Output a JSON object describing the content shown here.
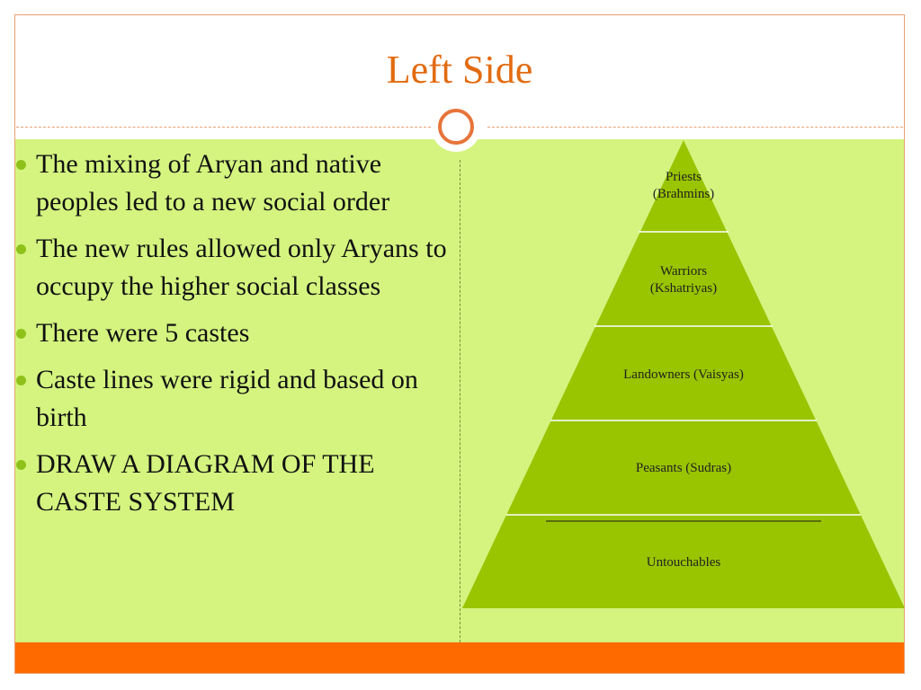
{
  "slide": {
    "title": "Left Side",
    "colors": {
      "title": "#e26b10",
      "content_background": "#d4f47f",
      "footer": "#ff6a00",
      "bullet": "#8ec21b",
      "pyramid_fill": "#99c400"
    }
  },
  "bullets": [
    "The mixing of Aryan and native peoples led to a new social order",
    "The new rules allowed only Aryans to occupy the higher social classes",
    "There were 5 castes",
    "Caste lines were rigid and based on birth",
    "DRAW A DIAGRAM OF THE CASTE SYSTEM"
  ],
  "pyramid": {
    "levels": [
      {
        "lines": [
          "Priests",
          "(Brahmins)"
        ]
      },
      {
        "lines": [
          "Warriors",
          "(Kshatriyas)"
        ]
      },
      {
        "lines": [
          "Landowners (Vaisyas)"
        ]
      },
      {
        "lines": [
          "Peasants (Sudras)"
        ]
      },
      {
        "lines": [
          "Untouchables"
        ]
      }
    ]
  }
}
